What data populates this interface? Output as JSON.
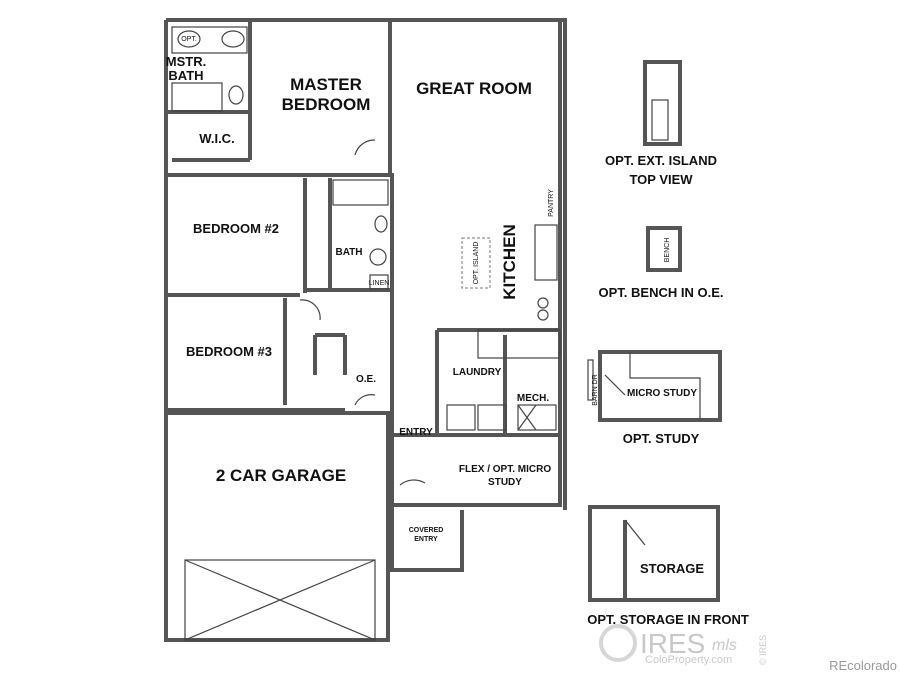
{
  "rooms": {
    "master_bedroom": [
      "MASTER",
      "BEDROOM"
    ],
    "master_bath": [
      "MSTR.",
      "BATH"
    ],
    "opt_fixture": "OPT.",
    "wic": "W.I.C.",
    "great_room": "GREAT ROOM",
    "bedroom2": "BEDROOM #2",
    "bath": "BATH",
    "linen": "LINEN",
    "bedroom3": "BEDROOM #3",
    "oe": "O.E.",
    "garage": "2 CAR GARAGE",
    "entry": "ENTRY",
    "kitchen": "KITCHEN",
    "opt_island": "OPT. ISLAND",
    "pantry": "PANTRY",
    "laundry": "LAUNDRY",
    "mech": "MECH.",
    "flex": [
      "FLEX / OPT. MICRO",
      "STUDY"
    ],
    "covered_entry": [
      "COVERED",
      "ENTRY"
    ]
  },
  "options": {
    "ext_island": [
      "OPT. EXT. ISLAND",
      "TOP VIEW"
    ],
    "bench": "OPT. BENCH IN O.E.",
    "bench_small": "BENCH",
    "micro_study": "MICRO STUDY",
    "barn_door": "BARN DR",
    "study": "OPT. STUDY",
    "storage": "STORAGE",
    "storage_front": "OPT. STORAGE IN FRONT"
  },
  "watermark": {
    "ires": "IRES",
    "mls": "mls",
    "site": "ColoProperty.com",
    "copyright": "© IRES",
    "recolorado": "REcolorado"
  }
}
